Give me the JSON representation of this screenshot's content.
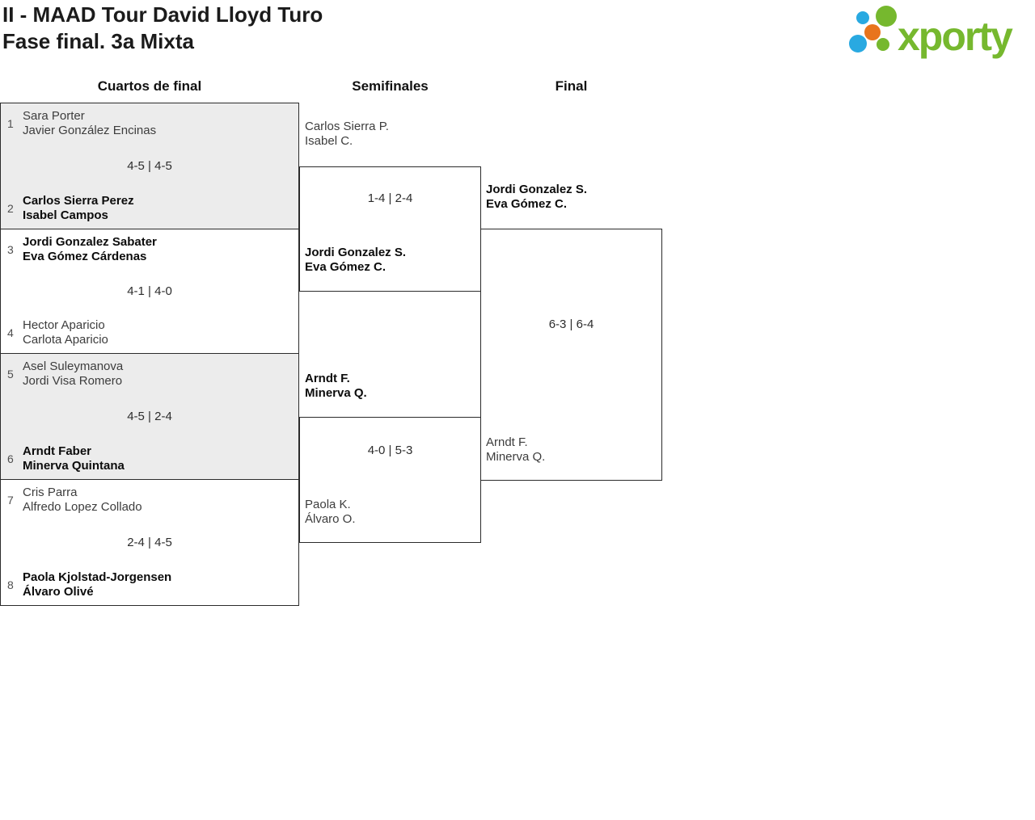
{
  "header": {
    "title_line1": "II - MAAD Tour David Lloyd Turo",
    "title_line2": "Fase final. 3a Mixta",
    "logo_text": "xporty"
  },
  "theme": {
    "logo_green": "#76b82e",
    "logo_blue": "#29a9e1",
    "logo_orange": "#e8741c",
    "match_shade": "#ececec",
    "border": "#2b2b2b"
  },
  "rounds": [
    {
      "label": "Cuartos de final"
    },
    {
      "label": "Semifinales"
    },
    {
      "label": "Final"
    }
  ],
  "matches": {
    "quarterfinals": [
      {
        "score": "4-5 | 4-5",
        "top": {
          "seed": "1",
          "players": [
            "Sara Porter",
            "Javier González Encinas"
          ],
          "winner": false
        },
        "bottom": {
          "seed": "2",
          "players": [
            "Carlos Sierra Perez",
            "Isabel Campos"
          ],
          "winner": true
        }
      },
      {
        "score": "4-1 | 4-0",
        "top": {
          "seed": "3",
          "players": [
            "Jordi Gonzalez Sabater",
            "Eva Gómez Cárdenas"
          ],
          "winner": true
        },
        "bottom": {
          "seed": "4",
          "players": [
            "Hector Aparicio",
            "Carlota Aparicio"
          ],
          "winner": false
        }
      },
      {
        "score": "4-5 | 2-4",
        "top": {
          "seed": "5",
          "players": [
            "Asel Suleymanova",
            "Jordi Visa Romero"
          ],
          "winner": false
        },
        "bottom": {
          "seed": "6",
          "players": [
            "Arndt Faber",
            "Minerva Quintana"
          ],
          "winner": true
        }
      },
      {
        "score": "2-4 | 4-5",
        "top": {
          "seed": "7",
          "players": [
            "Cris Parra",
            "Alfredo Lopez Collado"
          ],
          "winner": false
        },
        "bottom": {
          "seed": "8",
          "players": [
            "Paola Kjolstad-Jorgensen",
            "Álvaro Olivé"
          ],
          "winner": true
        }
      }
    ],
    "semifinals": [
      {
        "score": "1-4 | 2-4",
        "top": {
          "players": [
            "Carlos Sierra P.",
            "Isabel C."
          ],
          "winner": false
        },
        "bottom": {
          "players": [
            "Jordi Gonzalez S.",
            "Eva Gómez C."
          ],
          "winner": true
        }
      },
      {
        "score": "4-0 | 5-3",
        "top": {
          "players": [
            "Arndt F.",
            "Minerva Q."
          ],
          "winner": true
        },
        "bottom": {
          "players": [
            "Paola K.",
            "Álvaro O."
          ],
          "winner": false
        }
      }
    ],
    "final": {
      "score": "6-3 | 6-4",
      "top": {
        "players": [
          "Jordi Gonzalez S.",
          "Eva Gómez C."
        ],
        "winner": true
      },
      "bottom": {
        "players": [
          "Arndt F.",
          "Minerva Q."
        ],
        "winner": false
      }
    }
  }
}
